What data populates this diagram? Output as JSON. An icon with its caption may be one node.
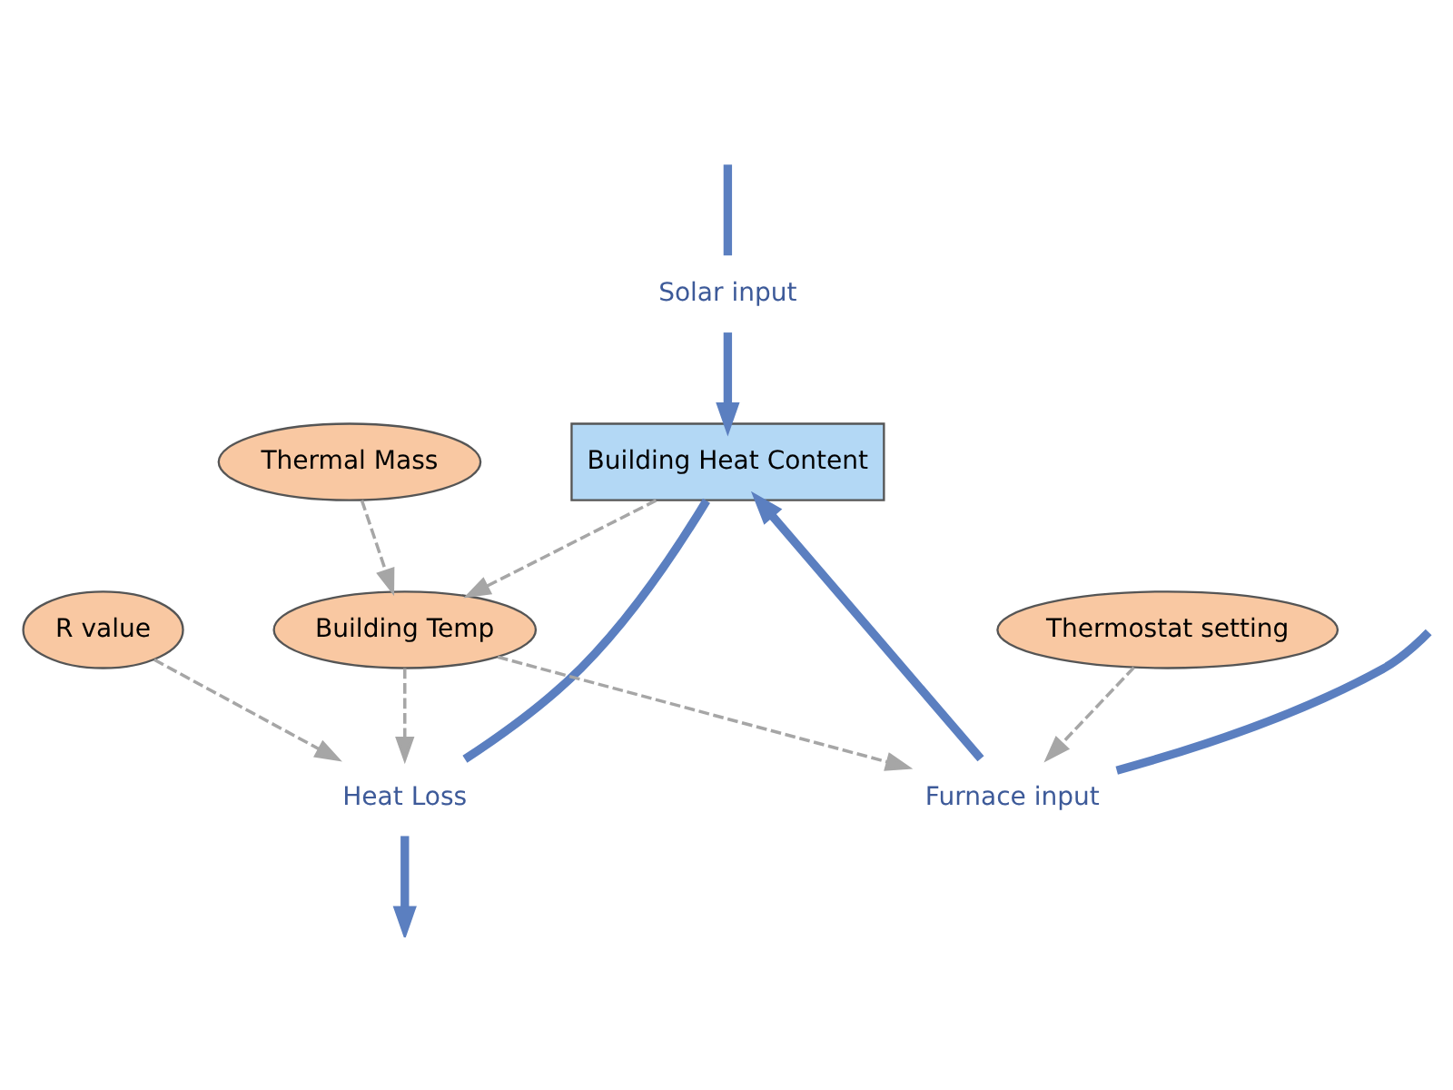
{
  "diagram": {
    "nodes": [
      {
        "text": [
          "R value"
        ]
      },
      {
        "text": [
          "Thermal Mass"
        ]
      },
      {
        "text": [
          "Heat Loss"
        ]
      },
      {
        "text": [
          "Solar input"
        ]
      },
      {
        "text": [
          "Building Heat Content"
        ]
      },
      {
        "text": [
          "Furnace input"
        ]
      },
      {
        "text": [
          "Building Temp"
        ]
      },
      {
        "text": [
          "Thermostat setting"
        ]
      }
    ],
    "edges": [
      {
        "from": 4,
        "to": 2,
        "arrow": "none",
        "style": "thick",
        "color": "#5b7fc0"
      },
      {
        "from": 2,
        "to": null,
        "arrow": "to",
        "style": "thick",
        "color": "#5b7fc0"
      },
      {
        "from": null,
        "to": 3,
        "arrow": "none",
        "style": "thick",
        "color": "#5b7fc0"
      },
      {
        "from": 3,
        "to": 4,
        "arrow": "to",
        "style": "thick",
        "color": "#5b7fc0"
      },
      {
        "from": null,
        "to": 5,
        "arrow": "none",
        "style": "thick",
        "color": "#5b7fc0"
      },
      {
        "from": 5,
        "to": 4,
        "arrow": "to",
        "style": "thick",
        "color": "#5b7fc0"
      },
      {
        "from": 0,
        "to": 2,
        "arrow": "to",
        "style": "dashed",
        "color": "#a6a6a6"
      },
      {
        "from": 6,
        "to": 2,
        "arrow": "to",
        "style": "dashed",
        "color": "#a6a6a6"
      },
      {
        "from": 1,
        "to": 6,
        "arrow": "to",
        "style": "dashed",
        "color": "#a6a6a6"
      },
      {
        "from": 4,
        "to": 6,
        "arrow": "to",
        "style": "dashed",
        "color": "#a6a6a6"
      },
      {
        "from": 6,
        "to": 5,
        "arrow": "to",
        "style": "dashed",
        "color": "#a6a6a6"
      },
      {
        "from": 7,
        "to": 5,
        "arrow": "to",
        "style": "dashed",
        "color": "#a6a6a6"
      }
    ]
  }
}
